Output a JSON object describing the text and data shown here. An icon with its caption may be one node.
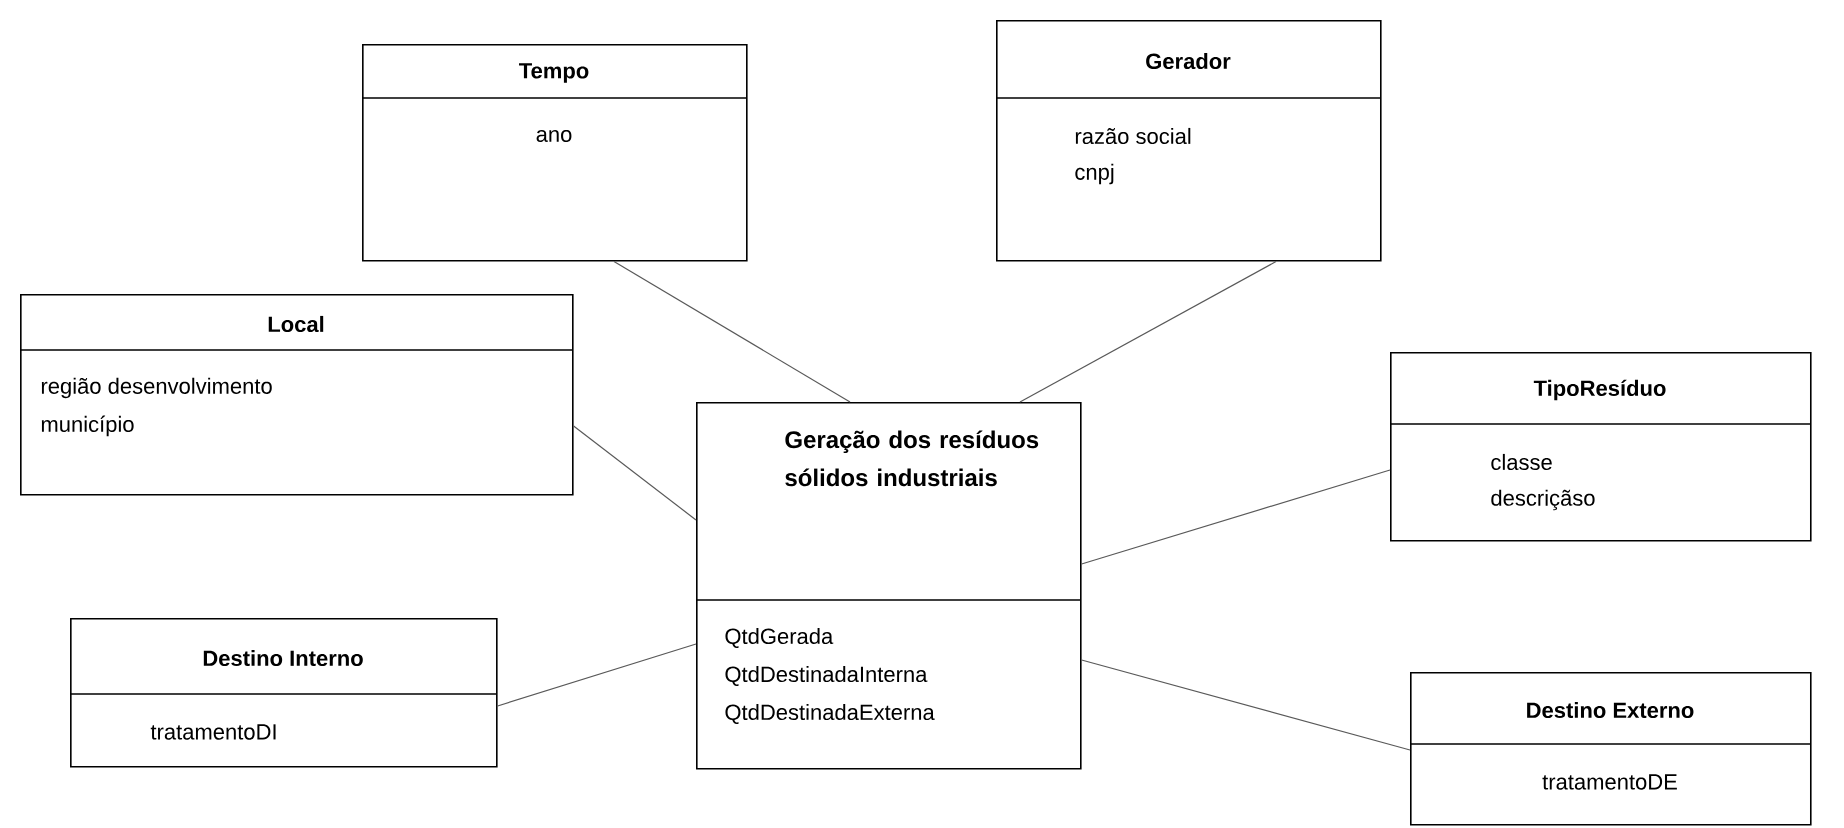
{
  "diagram": {
    "nodes": [
      {
        "text": [
          "Tempo",
          "ano"
        ]
      },
      {
        "text": [
          "Gerador",
          "razão social",
          "cnpj"
        ]
      },
      {
        "text": [
          "Local",
          "região desenvolvimento",
          "município"
        ]
      },
      {
        "text": [
          "Geração dos resíduos sólidos industriais",
          "QtdGerada",
          "QtdDestinadaInterna",
          "QtdDestinadaExterna"
        ]
      },
      {
        "text": [
          "TipoResíduo",
          "classe",
          "descriçãso"
        ]
      },
      {
        "text": [
          "Destino Interno",
          "tratamentoDI"
        ]
      },
      {
        "text": [
          "Destino Externo",
          "tratamentoDE"
        ]
      }
    ],
    "edges": [
      {
        "from": 3,
        "to": 0,
        "arrow": "none"
      },
      {
        "from": 3,
        "to": 1,
        "arrow": "none"
      },
      {
        "from": 3,
        "to": 2,
        "arrow": "none"
      },
      {
        "from": 3,
        "to": 4,
        "arrow": "none"
      },
      {
        "from": 3,
        "to": 5,
        "arrow": "none"
      },
      {
        "from": 3,
        "to": 6,
        "arrow": "none"
      }
    ]
  }
}
